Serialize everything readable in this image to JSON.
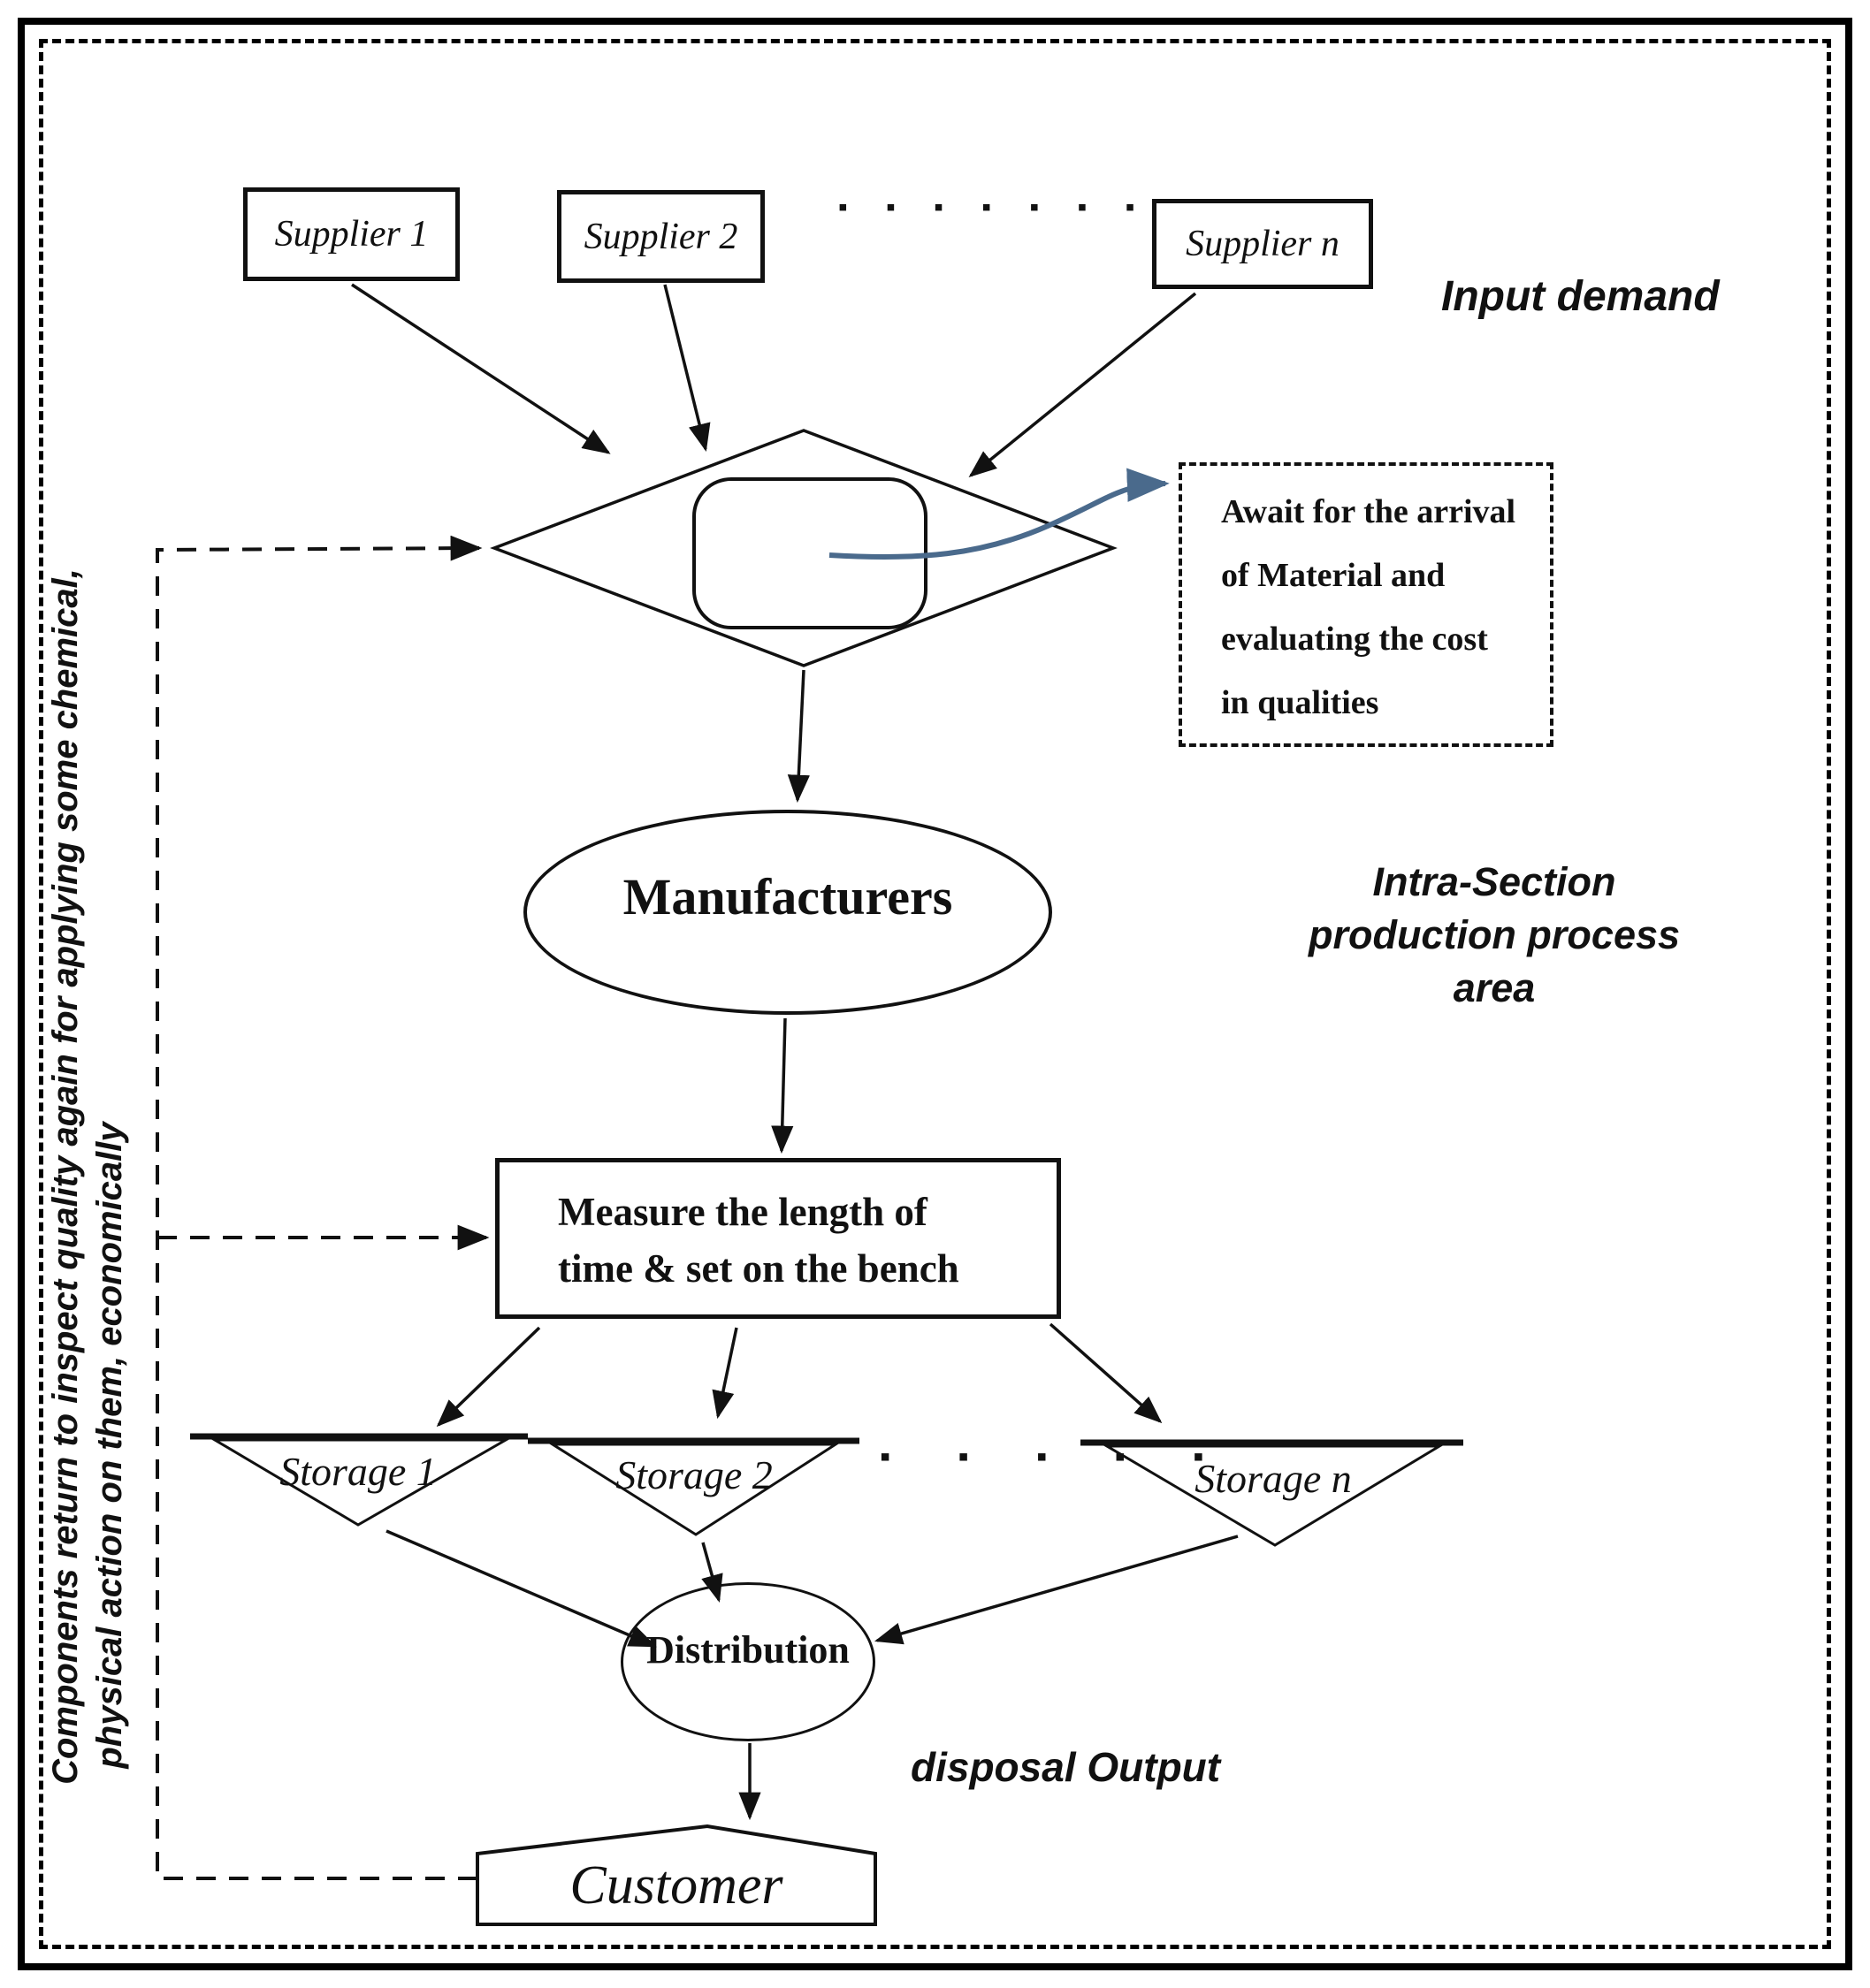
{
  "diagram": {
    "suppliers": [
      {
        "label": "Supplier 1"
      },
      {
        "label": "Supplier 2"
      },
      {
        "label": "Supplier n"
      }
    ],
    "supplier_ellipsis": "▪ ▪ ▪ ▪ ▪ ▪ ▪",
    "labels": {
      "input_demand": "Input demand",
      "intra_section": [
        "Intra-Section",
        "production process",
        "area"
      ],
      "disposal_output": "disposal Output"
    },
    "await_note": [
      "Await for the arrival",
      "of Material and",
      "evaluating the cost",
      "in qualities"
    ],
    "manufacturers_label": "Manufacturers",
    "measure_box": [
      "Measure the length of",
      "time & set on the bench"
    ],
    "storages": [
      {
        "label": "Storage 1"
      },
      {
        "label": "Storage 2"
      },
      {
        "label": "Storage n"
      }
    ],
    "storage_ellipsis": "▪ ▪ ▪ ▪ ▪",
    "distribution_label": "Distribution",
    "customer_label": "Customer",
    "left_note_line1": "Components return to inspect quality again for applying some chemical,",
    "left_note_line2": "physical action on them, economically",
    "colors": {
      "line": "#111111",
      "curve_arrow": "#4a6a8c"
    }
  }
}
